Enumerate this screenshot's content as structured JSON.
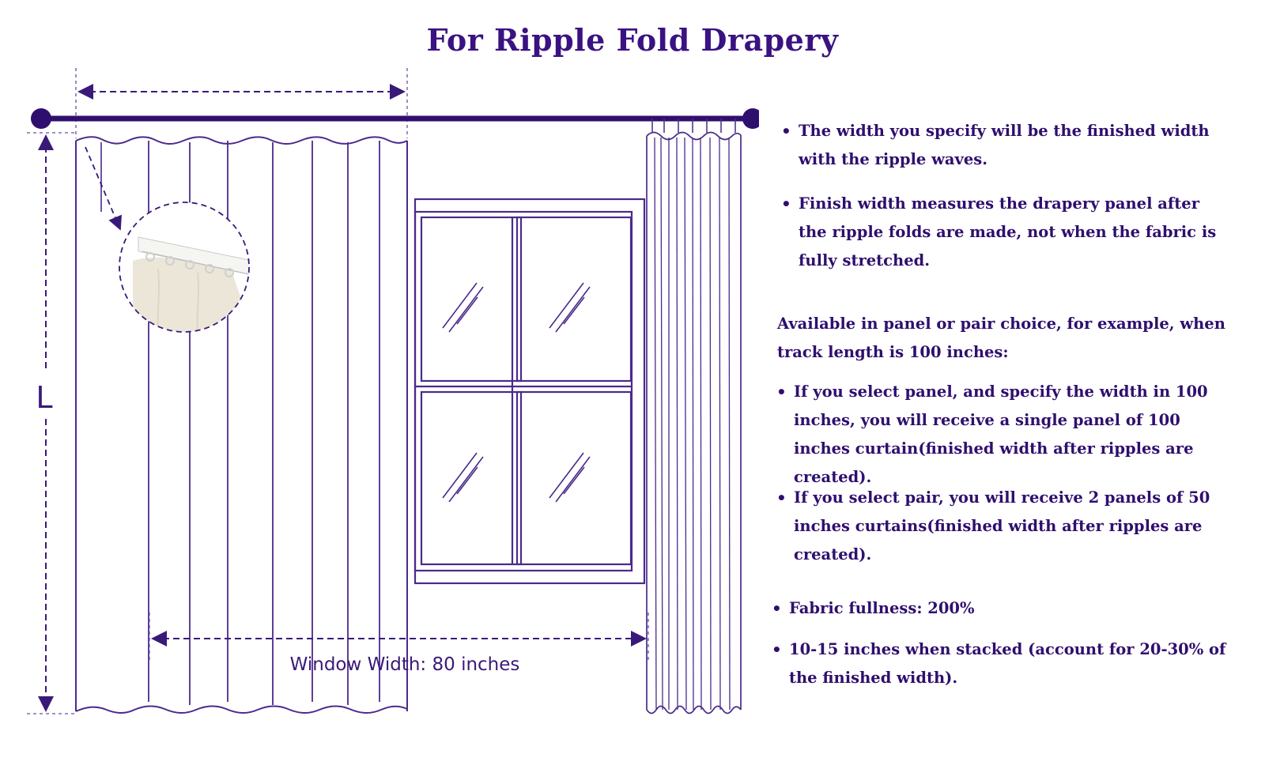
{
  "title": "For Ripple Fold Drapery",
  "diagram": {
    "length_label": "L",
    "window_width_label": "Window Width: 80 inches"
  },
  "notes": {
    "bullet_1": "The width you specify will be the finished width with the ripple waves.",
    "bullet_2": "Finish width measures the drapery panel after the ripple folds are made, not when the fabric is fully stretched.",
    "availability": "Available in panel or pair choice, for example, when track length is 100 inches:",
    "bullet_panel": "If you select panel, and specify the width in 100 inches, you will receive a single panel of 100 inches curtain(finished width after ripples are created).",
    "bullet_pair": "If you select pair, you will receive 2 panels of 50 inches curtains(finished width after ripples are created).",
    "bullet_fullness": "Fabric fullness: 200%",
    "bullet_stacked": "10-15 inches when stacked (account for 20-30% of the finished width)."
  },
  "colors": {
    "line": "#4b2a8c",
    "rod": "#2f0f6e",
    "text": "#2f0f6e"
  }
}
